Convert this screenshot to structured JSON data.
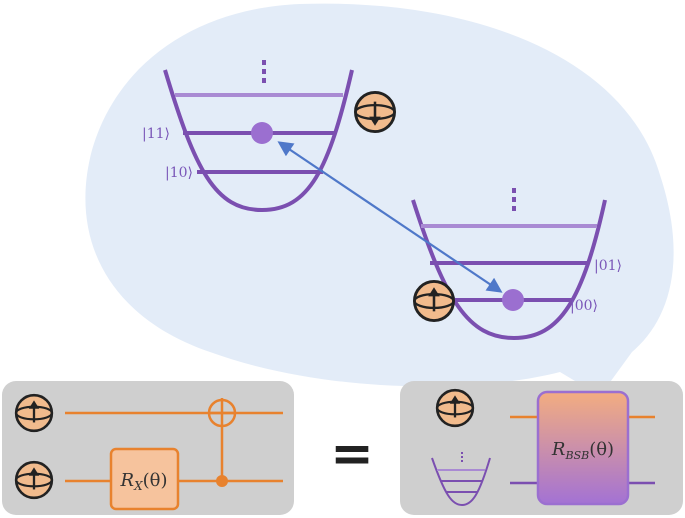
{
  "colors": {
    "bubble": "#e3ecf8",
    "panel": "#cfcfcf",
    "purple": "#7b4fb0",
    "purple_light": "#a98ad3",
    "orange": "#e8822e",
    "sphere_fill": "#f1bb8d",
    "arrow": "#4f78c9",
    "dot": "#9b6fd0"
  },
  "top_well": {
    "ket_upper": "|11⟩",
    "ket_lower": "|10⟩"
  },
  "bottom_well": {
    "ket_upper": "|01⟩",
    "ket_lower": "|00⟩"
  },
  "circuit_left": {
    "gate_rx_main": "R",
    "gate_rx_sub": "X",
    "gate_rx_arg": "(θ)"
  },
  "circuit_right": {
    "gate_bsb_main": "R",
    "gate_bsb_sub": "BSB",
    "gate_bsb_arg": "(θ)"
  },
  "equals_sign": "="
}
